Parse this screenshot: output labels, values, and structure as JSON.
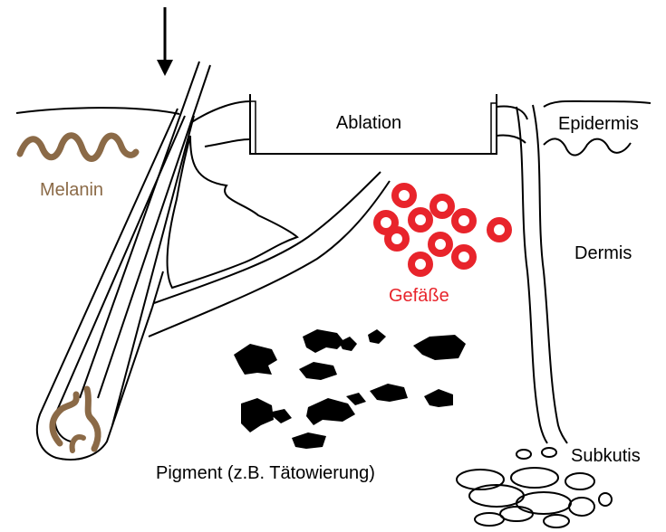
{
  "labels": {
    "ablation": "Ablation",
    "epidermis": "Epidermis",
    "dermis": "Dermis",
    "subkutis": "Subkutis",
    "melanin": "Melanin",
    "gefaesse": "Gefäße",
    "pigment": "Pigment (z.B. Tätowierung)"
  },
  "colors": {
    "ink": "#000000",
    "melanin": "#8B6A47",
    "vessel": "#E8242B",
    "pigment": "#000000",
    "background": "#FFFFFF"
  },
  "icons": {
    "beam": "down-arrow-icon"
  }
}
